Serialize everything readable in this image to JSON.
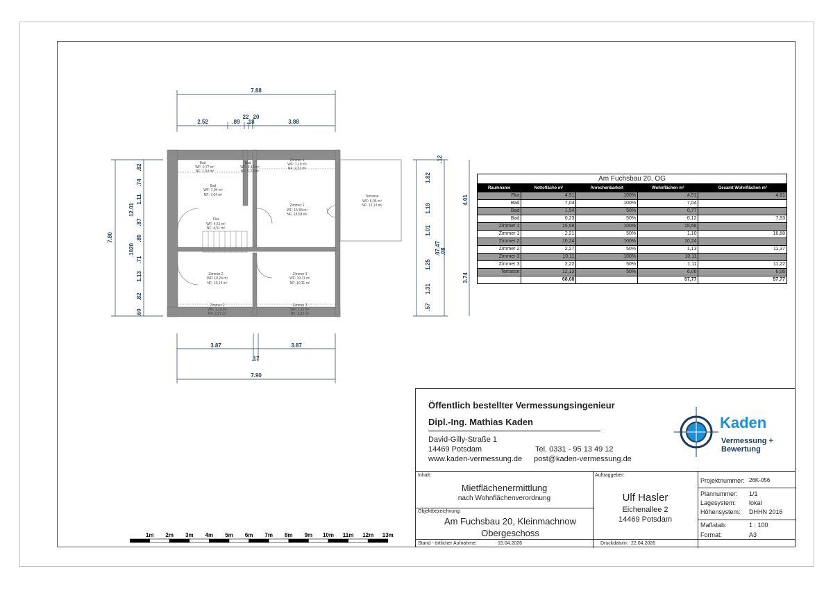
{
  "plan": {
    "dims_top": {
      "total": "7.88",
      "a": "2.52",
      "b": ".89",
      "c": "22",
      "d": "20",
      "e": ".18",
      "f": "3.88"
    },
    "dims_bottom": {
      "left": "3.87",
      "right": "3.87",
      "mid": ".17",
      "total": "7.90"
    },
    "dims_left": {
      "total": "7.80",
      "s1": ".82",
      "s2": ".74",
      "s3": "1.11",
      "s4": ".87",
      "s5": ".80",
      "s6": ".71",
      "s7": "1.13",
      "s8": ".82",
      "s9": ".60",
      "t1": "12.01",
      "t2": ".1020"
    },
    "dims_right": {
      "top": ".12",
      "s1": "1.82",
      "s2": "1.19",
      "s3": "1.01",
      "s4": ".07.47",
      "s5": ".08",
      "s6": "1.25",
      "s7": "1.31",
      "s8": ".57",
      "g1": "4.01",
      "g2": "3.74"
    },
    "rooms": [
      {
        "name": "Bad",
        "wf": "WF: 0,77 m²",
        "nf": "NF: 1,54 m²"
      },
      {
        "name": "Bad",
        "wf": "WF: 0,12 m²",
        "nf": "NF: 0,23 m²"
      },
      {
        "name": "Zimmer 1",
        "wf": "WF: 1,10 m²",
        "nf": "NF: 2,21 m²"
      },
      {
        "name": "Bad",
        "wf": "WF: 7,04 m²",
        "nf": "NF: 7,04 m²"
      },
      {
        "name": "Zimmer 1",
        "wf": "WF: 15,58 m²",
        "nf": "NF: 15,58 m²"
      },
      {
        "name": "Terrasse",
        "wf": "WF: 6,06 m²",
        "nf": "NF: 12,13 m²"
      },
      {
        "name": "Flur",
        "wf": "WF: 4,51 m²",
        "nf": "NF: 4,51 m²"
      },
      {
        "name": "Zimmer 2",
        "wf": "WF: 10,24 m²",
        "nf": "NF: 10,24 m²"
      },
      {
        "name": "Zimmer 3",
        "wf": "WF: 10,11 m²",
        "nf": "NF: 10,11 m²"
      },
      {
        "name": "Zimmer 2",
        "wf": "WF: 1,13 m²",
        "nf": "NF: 2,27 m²"
      },
      {
        "name": "Zimmer 3",
        "wf": "WF: 1,11 m²",
        "nf": "NF: 2,22 m²"
      }
    ]
  },
  "table": {
    "title": "Am Fuchsbau 20, OG",
    "headers": [
      "Raumname",
      "Nettofläche m²",
      "Anrechenbarkeit",
      "Wohnflächen m²",
      "Gesamt Wohnflächen m²"
    ],
    "rows": [
      {
        "dark": true,
        "cells": [
          "Flur",
          "4,51",
          "100%",
          "4,51",
          "4,51"
        ]
      },
      {
        "dark": false,
        "cells": [
          "Bad",
          "7,04",
          "100%",
          "7,04",
          ""
        ]
      },
      {
        "dark": true,
        "cells": [
          "Bad",
          "1,54",
          "50%",
          "0,77",
          ""
        ]
      },
      {
        "dark": false,
        "cells": [
          "Bad",
          "0,23",
          "50%",
          "0,12",
          "7,93"
        ]
      },
      {
        "dark": true,
        "cells": [
          "Zimmer 1",
          "15,58",
          "100%",
          "15,58",
          ""
        ]
      },
      {
        "dark": false,
        "cells": [
          "Zimmer 1",
          "2,21",
          "50%",
          "1,10",
          "16,68"
        ]
      },
      {
        "dark": true,
        "cells": [
          "Zimmer 2",
          "10,24",
          "100%",
          "10,24",
          ""
        ]
      },
      {
        "dark": false,
        "cells": [
          "Zimmer 2",
          "2,27",
          "50%",
          "1,13",
          "11,37"
        ]
      },
      {
        "dark": true,
        "cells": [
          "Zimmer 3",
          "10,11",
          "100%",
          "10,11",
          ""
        ]
      },
      {
        "dark": false,
        "cells": [
          "Zimmer 3",
          "2,22",
          "50%",
          "1,11",
          "11,22"
        ]
      },
      {
        "dark": true,
        "cells": [
          "Terrasse",
          "12,13",
          "50%",
          "6,06",
          "6,06"
        ]
      }
    ],
    "totals": [
      "",
      "68,08",
      "",
      "57,77",
      "57,77"
    ]
  },
  "titleblock": {
    "line1": "Öffentlich bestellter Vermessungsingenieur",
    "line2": "Dipl.-Ing. Mathias Kaden",
    "street": "David-Gilly-Straße 1",
    "city": "14469 Potsdam",
    "web": "www.kaden-vermessung.de",
    "tel": "Tel.  0331 - 95 13 49 12",
    "mail": "post@kaden-vermessung.de",
    "logo_name": "Kaden",
    "logo_sub1": "Vermessung +",
    "logo_sub2": "Bewertung",
    "inhalt_label": "Inhalt:",
    "inhalt_title": "Mietflächenermittlung",
    "inhalt_sub": "nach Wohnflächenverordnung",
    "objekt_label": "Objektbezeichnung:",
    "objekt_line1": "Am Fuchsbau 20, Kleinmachnow",
    "objekt_line2": "Obergeschoss",
    "stand_label": "Stand - örtlicher Aufnahme:",
    "stand_date": "15.04.2026",
    "auftrag_label": "Auftraggeber:",
    "client_name": "Ulf Hasler",
    "client_street": "Eichenallee 2",
    "client_city": "14469 Potsdam",
    "druck_label": "Druckdatum:",
    "druck_date": "22.04.2026",
    "projekt_label": "Projektnummer:",
    "projekt_value": "26K-056",
    "plan_label": "Plannummer:",
    "plan_value": "1/1",
    "lage_label": "Lagesystem:",
    "lage_value": "lokal",
    "hoehe_label": "Höhensystem:",
    "hoehe_value": "DHHN 2016",
    "mass_label": "Maßstab:",
    "mass_value": "1 : 100",
    "format_label": "Format:",
    "format_value": "A3"
  },
  "scalebar": {
    "labels": [
      "1m",
      "2m",
      "3m",
      "4m",
      "5m",
      "6m",
      "7m",
      "8m",
      "9m",
      "10m",
      "11m",
      "12m",
      "13m"
    ]
  },
  "colors": {
    "wall": "#8c8c8c",
    "dim": "#1a3c5e",
    "accent": "#1e8fd0",
    "table_dark": "#9a9a9a"
  }
}
